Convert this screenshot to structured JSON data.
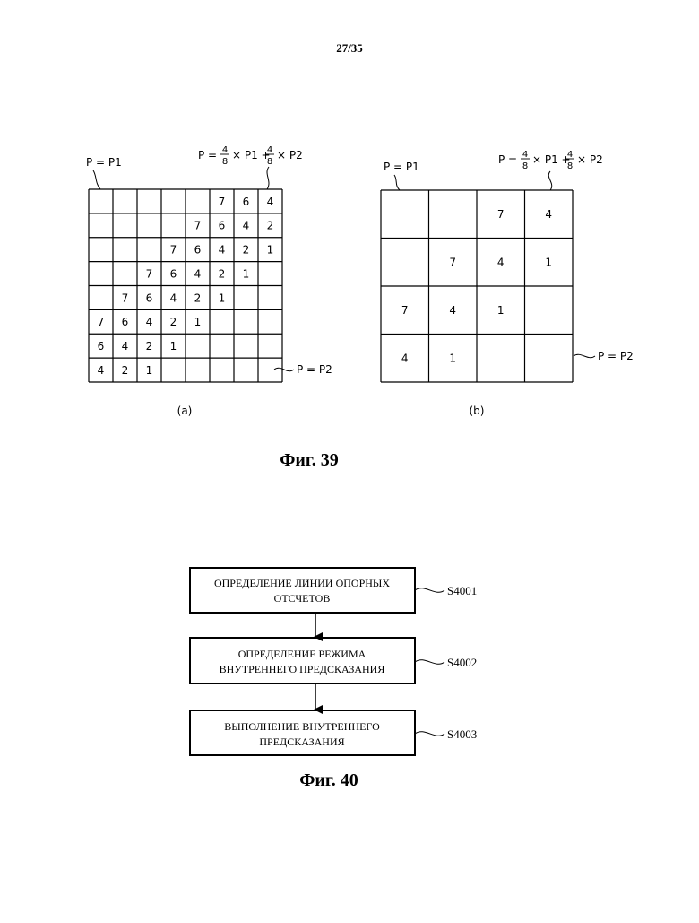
{
  "page_number": "27/35",
  "fig39": {
    "caption": "Фиг. 39",
    "panel_a": {
      "label": "(a)",
      "top_left_label": "P = P1",
      "formula": {
        "prefix": "P =",
        "num1": "4",
        "den1": "8",
        "times1": "× P1 +",
        "num2": "4",
        "den2": "8",
        "times2": "× P2"
      },
      "bottom_right_label": "P = P2",
      "rows": [
        [
          "",
          "",
          "",
          "",
          "",
          "7",
          "6",
          "4"
        ],
        [
          "",
          "",
          "",
          "",
          "7",
          "6",
          "4",
          "2"
        ],
        [
          "",
          "",
          "",
          "7",
          "6",
          "4",
          "2",
          "1"
        ],
        [
          "",
          "",
          "7",
          "6",
          "4",
          "2",
          "1",
          ""
        ],
        [
          "",
          "7",
          "6",
          "4",
          "2",
          "1",
          "",
          ""
        ],
        [
          "7",
          "6",
          "4",
          "2",
          "1",
          "",
          "",
          ""
        ],
        [
          "6",
          "4",
          "2",
          "1",
          "",
          "",
          "",
          ""
        ],
        [
          "4",
          "2",
          "1",
          "",
          "",
          "",
          "",
          ""
        ]
      ]
    },
    "panel_b": {
      "label": "(b)",
      "top_left_label": "P = P1",
      "formula": {
        "prefix": "P =",
        "num1": "4",
        "den1": "8",
        "times1": "× P1 +",
        "num2": "4",
        "den2": "8",
        "times2": "× P2"
      },
      "bottom_right_label": "P = P2",
      "rows": [
        [
          "",
          "",
          "7",
          "4"
        ],
        [
          "",
          "7",
          "4",
          "1"
        ],
        [
          "7",
          "4",
          "1",
          ""
        ],
        [
          "4",
          "1",
          "",
          ""
        ]
      ]
    }
  },
  "fig40": {
    "caption": "Фиг. 40",
    "steps": [
      {
        "line1": "ОПРЕДЕЛЕНИЕ ЛИНИИ ОПОРНЫХ",
        "line2": "ОТСЧЕТОВ",
        "id": "S4001"
      },
      {
        "line1": "ОПРЕДЕЛЕНИЕ РЕЖИМА",
        "line2": "ВНУТРЕННЕГО ПРЕДСКАЗАНИЯ",
        "id": "S4002"
      },
      {
        "line1": "ВЫПОЛНЕНИЕ ВНУТРЕННЕГО",
        "line2": "ПРЕДСКАЗАНИЯ",
        "id": "S4003"
      }
    ]
  }
}
